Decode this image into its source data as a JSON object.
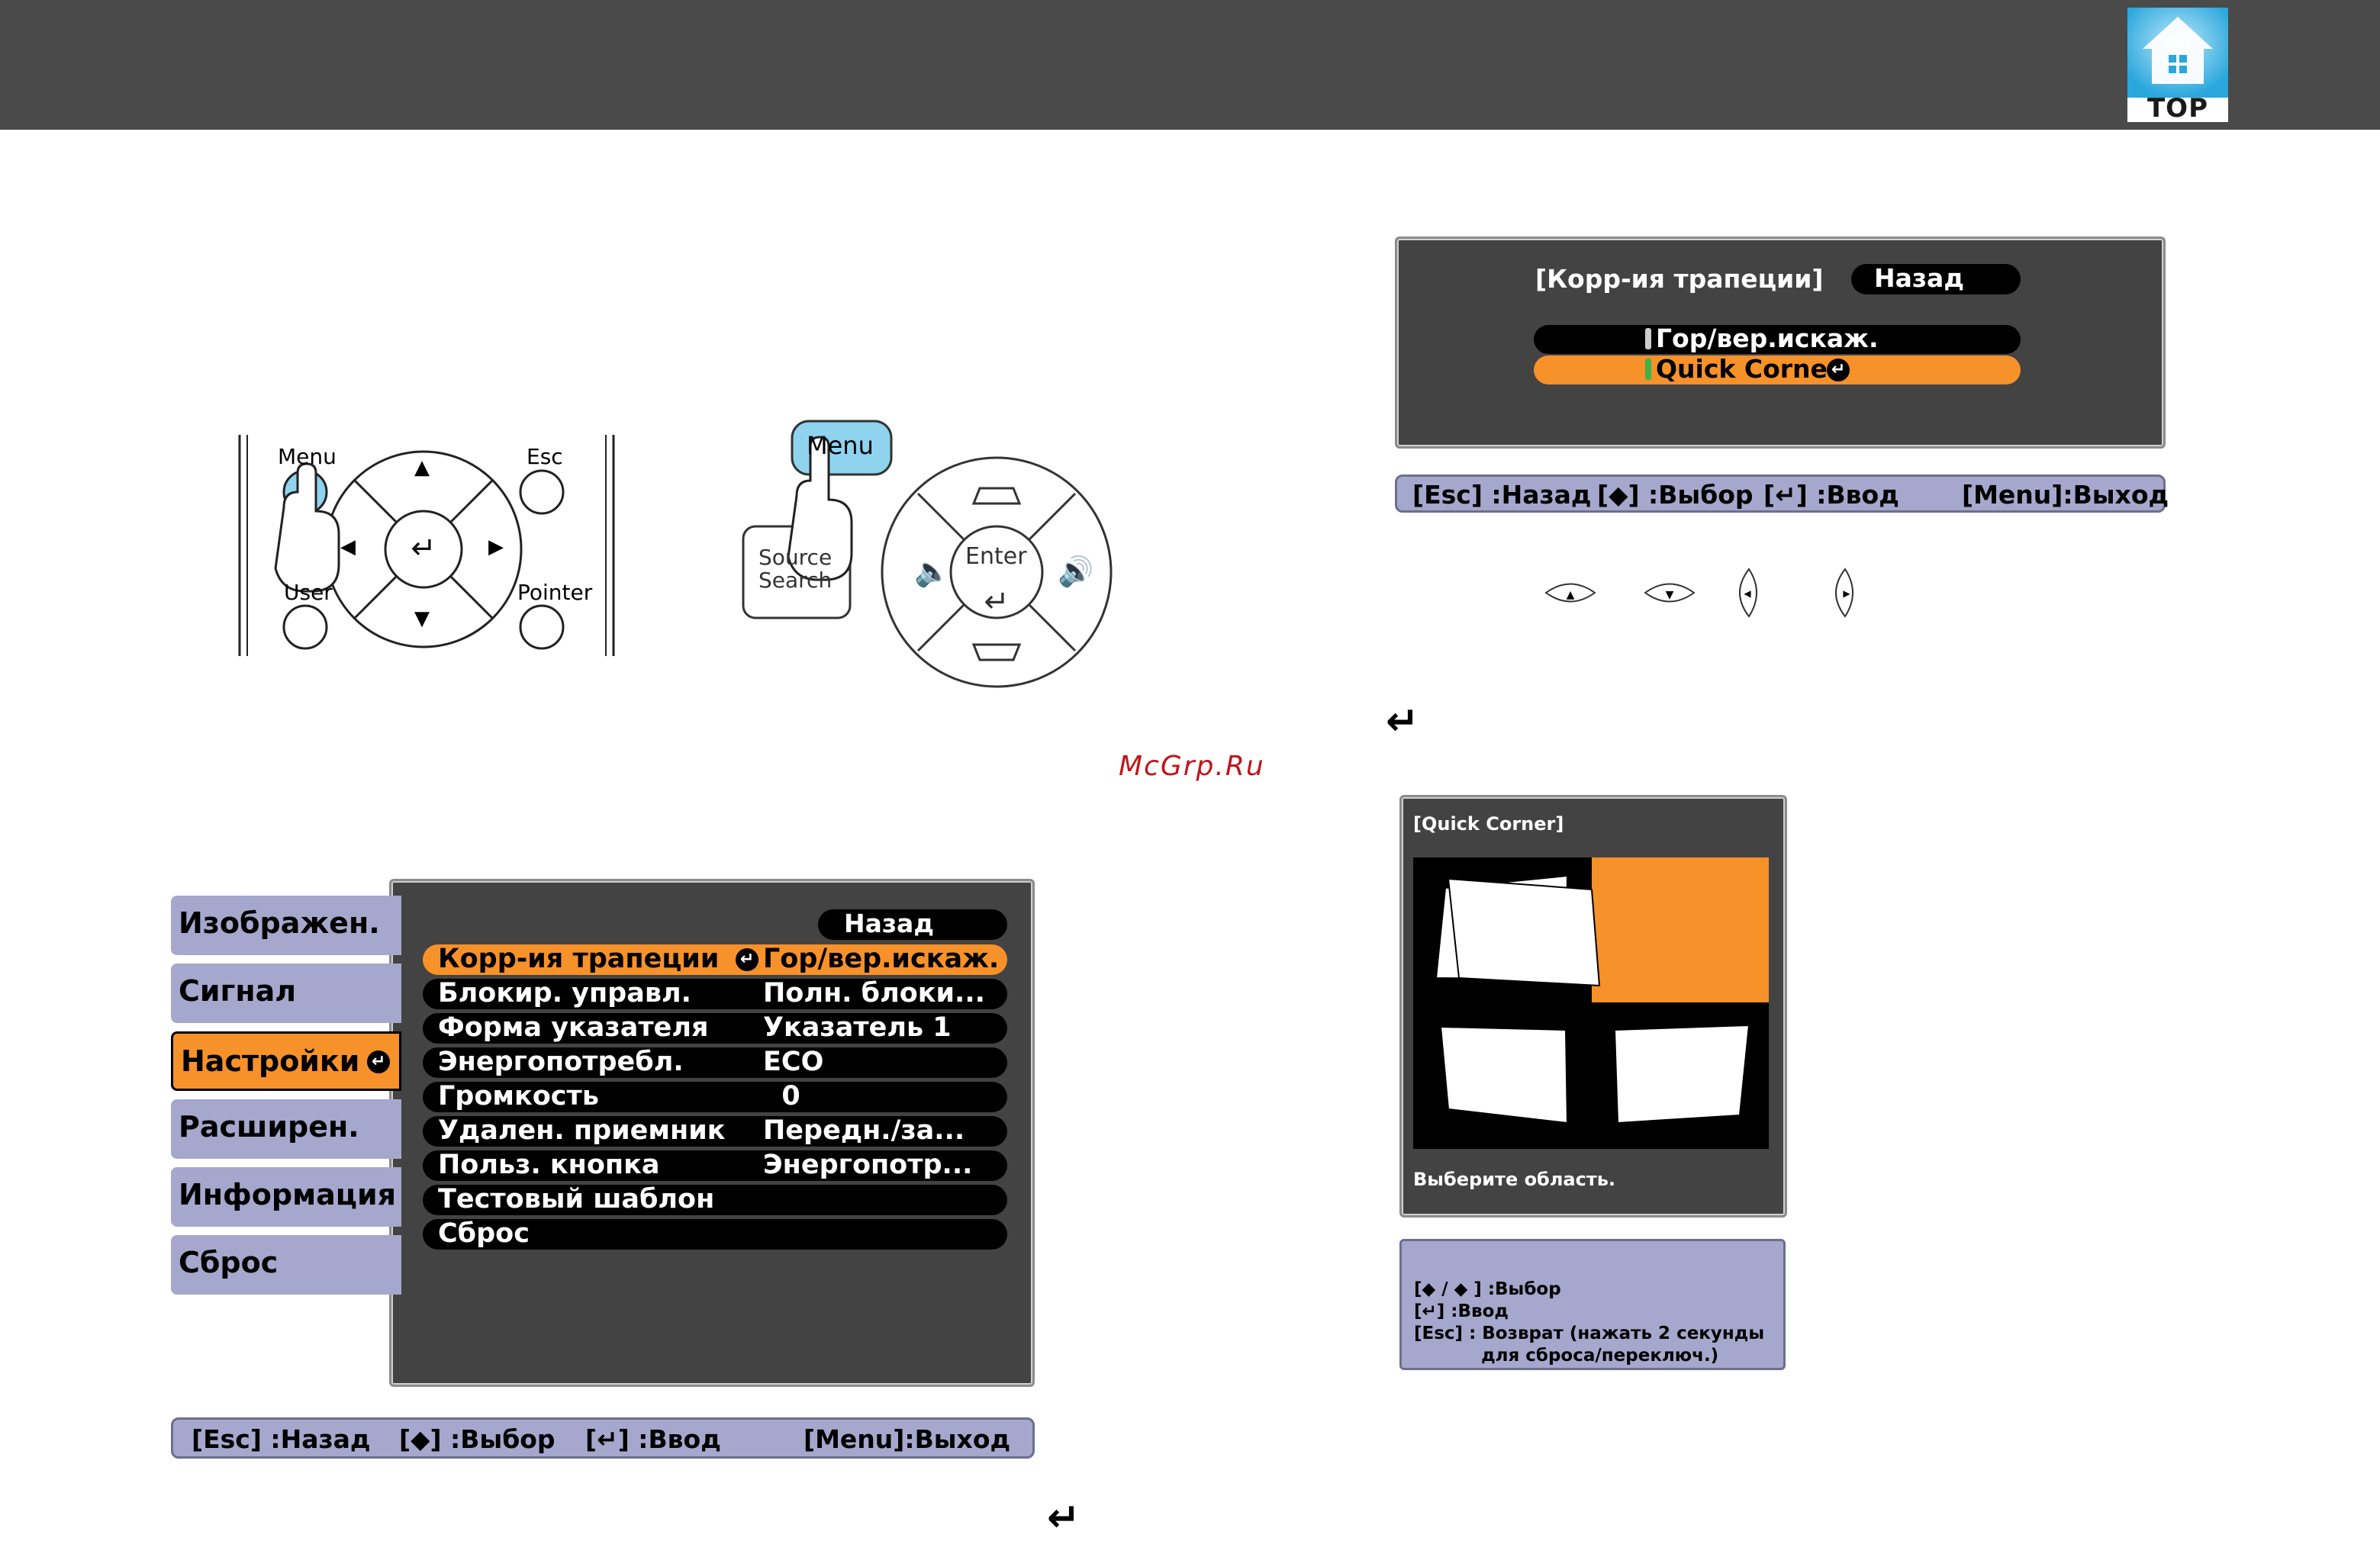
{
  "header": {
    "logo_label": "TOP"
  },
  "watermark": "McGrp.Ru",
  "remote": {
    "menu_label": "Menu",
    "esc_label": "Esc",
    "user_label": "User",
    "pointer_label": "Pointer",
    "up_arrow": "▲",
    "down_arrow": "▼",
    "left_arrow": "◀",
    "right_arrow": "▶"
  },
  "panel": {
    "menu_label": "Menu",
    "enter_label": "Enter",
    "source_label": "Source Search"
  },
  "config_menu": {
    "tabs": [
      {
        "label": "Изображен.",
        "selected": false
      },
      {
        "label": "Сигнал",
        "selected": false
      },
      {
        "label": "Настройки",
        "selected": true
      },
      {
        "label": "Расширен.",
        "selected": false
      },
      {
        "label": "Информация",
        "selected": false
      },
      {
        "label": "Сброс",
        "selected": false
      }
    ],
    "back_label": "Назад",
    "items": [
      {
        "label": "Корр-ия трапеции",
        "value": "Гор/вер.искаж.",
        "selected": true
      },
      {
        "label": "Блокир. управл.",
        "value": "Полн. блоки..."
      },
      {
        "label": "Форма указателя",
        "value": "Указатель 1"
      },
      {
        "label": "Энергопотребл.",
        "value": "ECO"
      },
      {
        "label": "Громкость",
        "value": "  0"
      },
      {
        "label": "Удален. приемник",
        "value": "Передн./за..."
      },
      {
        "label": "Польз. кнопка",
        "value": "Энергопотр..."
      },
      {
        "label": "Тестовый шаблон",
        "value": ""
      },
      {
        "label": "Сброс",
        "value": ""
      }
    ],
    "status": {
      "esc": "[Esc] :Назад",
      "select": "[◆] :Выбор",
      "enter": "[↵] :Ввод",
      "menu": "[Menu]:Выход"
    }
  },
  "keystone_menu": {
    "title": "[Корр-ия трапеции]",
    "back_label": "Назад",
    "options": [
      {
        "label": "Гор/вер.искаж.",
        "selected": false
      },
      {
        "label": "Quick Corner",
        "selected": true
      }
    ],
    "status": {
      "esc": "[Esc] :Назад",
      "select": "[◆] :Выбор",
      "enter": "[↵] :Ввод",
      "menu": "[Menu]:Выход"
    }
  },
  "quick_corner": {
    "title": "[Quick Corner]",
    "prompt": "Выберите область.",
    "selected_cell": 1,
    "help_lines": [
      "[◆ / ◆ ] :Выбор",
      "[↵] :Ввод",
      "[Esc] : Возврат (нажать 2 секунды",
      "           для сброса/переключ.)"
    ]
  },
  "colors": {
    "selected": "#f7912a",
    "status_bar": "#a6a7cc",
    "osd_bg": "#434343",
    "header_bg": "#4a4a4a",
    "watermark": "#c0151b"
  }
}
